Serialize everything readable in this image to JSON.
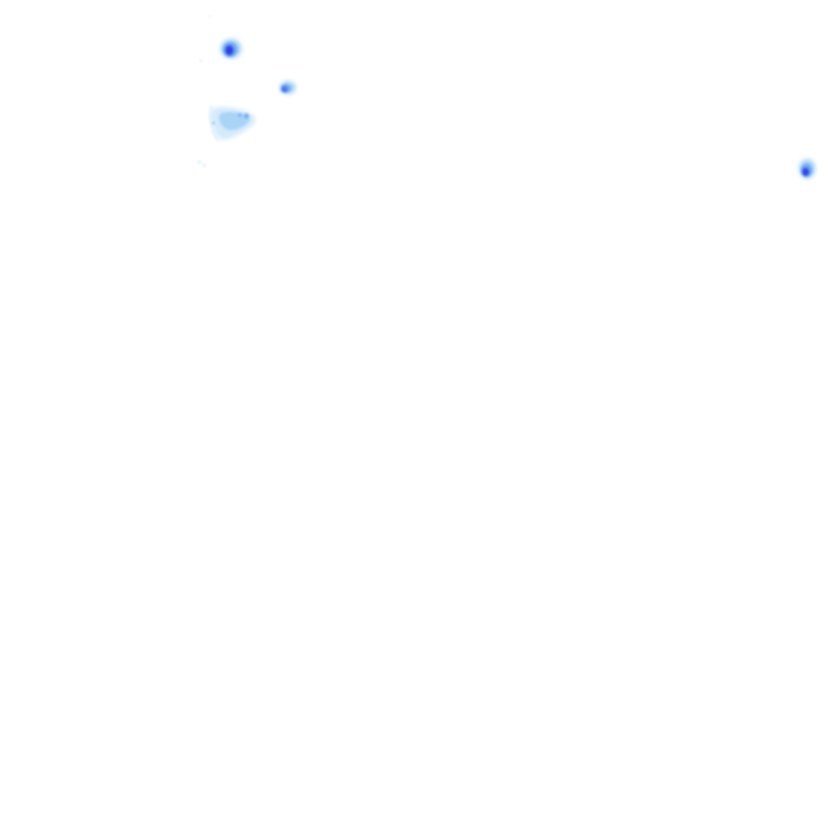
{
  "map": {
    "type": "precipitation-radar-overlay",
    "background_color": "#ffffff",
    "palette": {
      "very_light": "#d4eafc",
      "light": "#a9d4f7",
      "medium": "#6fa9f3",
      "strong": "#4a6cf0",
      "intense": "#2f3fe6"
    },
    "echoes": [
      {
        "name": "cell-north",
        "peak_intensity": "intense"
      },
      {
        "name": "cell-center",
        "peak_intensity": "strong"
      },
      {
        "name": "cluster-southwest",
        "peak_intensity": "medium"
      },
      {
        "name": "speckles-west",
        "peak_intensity": "very_light"
      },
      {
        "name": "cell-east-edge",
        "peak_intensity": "intense"
      }
    ]
  }
}
